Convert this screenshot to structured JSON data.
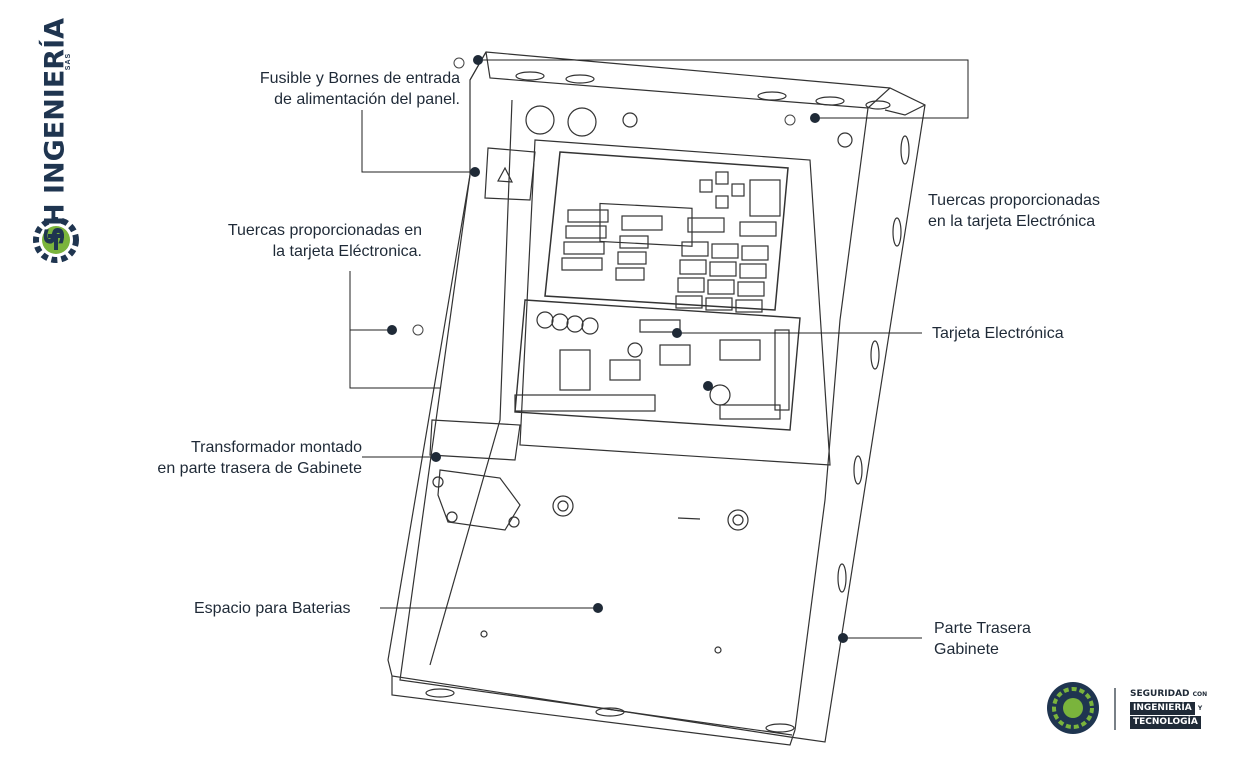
{
  "brand": {
    "name": "SH INGENIERÍA",
    "suffix": "SAS"
  },
  "labels": {
    "fusible": [
      "Fusible y Bornes de entrada",
      "de alimentación del panel."
    ],
    "tuercas_right": [
      "Tuercas proporcionadas",
      "en la tarjeta Electrónica"
    ],
    "tuercas_left": [
      "Tuercas proporcionadas en",
      "la tarjeta Eléctronica."
    ],
    "tarjeta": "Tarjeta Electrónica",
    "transformador": [
      "Transformador montado",
      "en parte trasera de Gabinete"
    ],
    "baterias": "Espacio para Baterias",
    "parte_trasera": [
      "Parte Trasera",
      "Gabinete"
    ]
  },
  "badge": {
    "line1": "SEGURIDAD",
    "line1_small": "CON",
    "line2": "INGENIERÍA",
    "line2_small": "Y",
    "line3": "TECNOLOGÍA"
  },
  "colors": {
    "ink": "#1f2a37",
    "brand_blue": "#1f3550",
    "brand_green": "#7ab43c",
    "badge_bg": "#1f3550"
  }
}
